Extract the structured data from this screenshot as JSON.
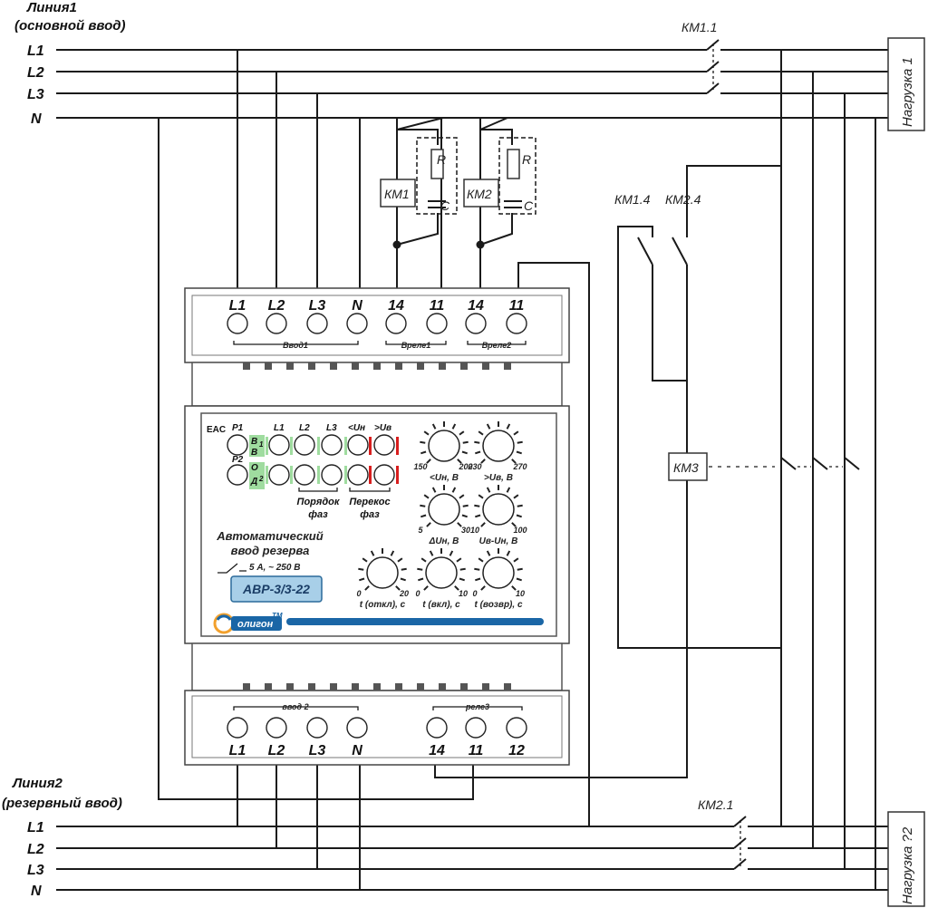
{
  "line1": {
    "title": "Линия1",
    "subtitle": "(основной ввод)",
    "phases": [
      "L1",
      "L2",
      "L3",
      "N"
    ]
  },
  "line2": {
    "title": "Линия2",
    "subtitle": "(резервный ввод)",
    "phases": [
      "L1",
      "L2",
      "L3",
      "N"
    ]
  },
  "contacts": {
    "km11": "КМ1.1",
    "km21": "КМ2.1",
    "km14": "КМ1.4",
    "km24": "КМ2.4"
  },
  "coils": {
    "km1": "КМ1",
    "km2": "КМ2",
    "km3": "КМ3"
  },
  "rc": {
    "r": "R",
    "c": "C"
  },
  "loads": {
    "load1": "Нагрузка 1",
    "load2": "Нагрузка ?2"
  },
  "top_terminals": [
    "L1",
    "L2",
    "L3",
    "N",
    "14",
    "11",
    "14",
    "11"
  ],
  "top_groups": {
    "input1": "Ввод1",
    "relay1": "Вреле1",
    "relay2": "Вреле2"
  },
  "bottom_terminals": [
    "L1",
    "L2",
    "L3",
    "N",
    "14",
    "11",
    "12"
  ],
  "bottom_groups": {
    "input2": "ввод 2",
    "relay3": "реле3"
  },
  "panel": {
    "eac": "EAC",
    "p1": "Р1",
    "p2": "Р2",
    "vvod_letters": [
      "В",
      "В",
      "О",
      "Д"
    ],
    "vvod_nums": [
      "1",
      "2"
    ],
    "led_labels": [
      "L1",
      "L2",
      "L3",
      "<Uн",
      ">Uв"
    ],
    "phase_order": [
      "Порядок",
      "фаз"
    ],
    "phase_skew": [
      "Перекос",
      "фаз"
    ],
    "product_title": [
      "Автоматический",
      "ввод резерва"
    ],
    "rating": "5 А, ~ 250 В",
    "model": "АВР-3/3-22",
    "brand": "олигон",
    "brand_tm": "TM",
    "knobs": [
      {
        "min": "150",
        "max": "200",
        "label": "<Uн, В"
      },
      {
        "min": "230",
        "max": "270",
        "label": ">Uв, В"
      },
      {
        "min": "5",
        "max": "30",
        "label": "ΔUн, В"
      },
      {
        "min": "10",
        "max": "100",
        "label": "Uв-Uн, В"
      },
      {
        "min": "0",
        "max": "20",
        "label": "t (откл), с"
      },
      {
        "min": "0",
        "max": "10",
        "label": "t (вкл), с"
      },
      {
        "min": "0",
        "max": "10",
        "label": "t (возвр), с"
      }
    ]
  },
  "colors": {
    "led_green": "#9fdc9f",
    "led_red": "#d81e1e",
    "model_box": "#a8cfe8",
    "brand_blue": "#1a66a6"
  }
}
